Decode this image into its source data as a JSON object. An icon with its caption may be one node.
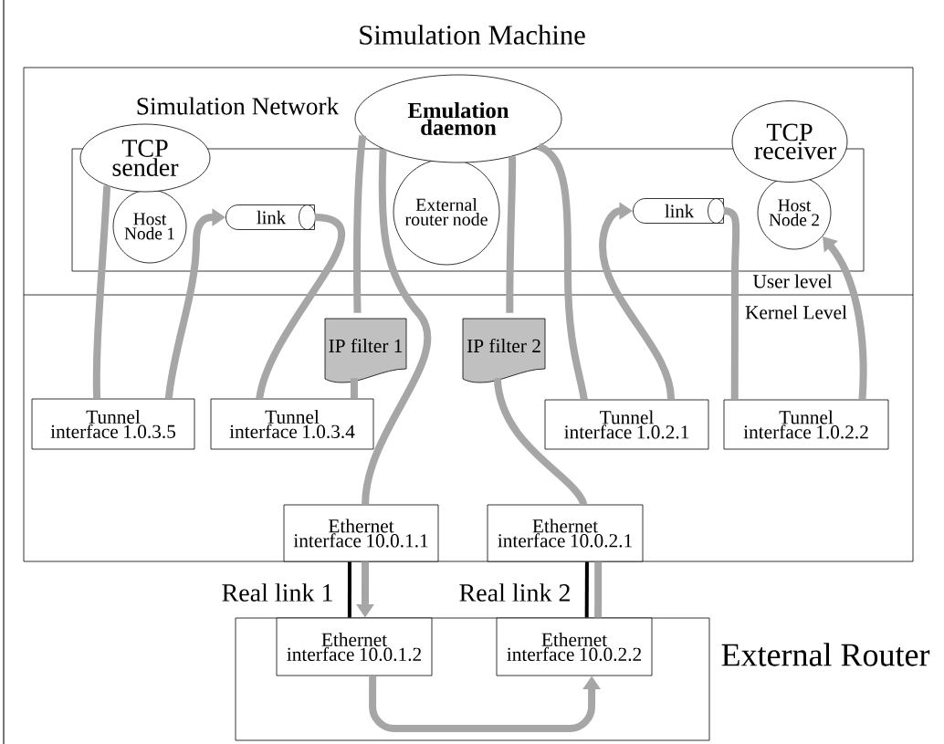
{
  "diagram": {
    "nodes": [
      {
        "text": [
          "Simulation Machine"
        ]
      },
      {
        "text": [
          "Simulation Network"
        ],
        "in": 0
      },
      {
        "text": [
          "Emulation daemon"
        ],
        "in": 0
      },
      {
        "text": [
          "TCP sender"
        ],
        "in": 0
      },
      {
        "text": [
          "Host Node 1"
        ],
        "in": 1
      },
      {
        "text": [
          "link"
        ],
        "in": 1
      },
      {
        "text": [
          "External router node"
        ],
        "in": 1
      },
      {
        "text": [
          "link"
        ],
        "in": 1
      },
      {
        "text": [
          "TCP receiver"
        ],
        "in": 0
      },
      {
        "text": [
          "Host Node 2"
        ],
        "in": 1
      },
      {
        "text": [
          "IP filter 1"
        ],
        "in": 0
      },
      {
        "text": [
          "IP filter 2"
        ],
        "in": 0
      },
      {
        "text": [
          "Tunnel interface 1.0.3.5"
        ],
        "in": 0
      },
      {
        "text": [
          "Tunnel interface 1.0.3.4"
        ],
        "in": 0
      },
      {
        "text": [
          "Tunnel interface 1.0.2.1"
        ],
        "in": 0
      },
      {
        "text": [
          "Tunnel interface 1.0.2.2"
        ],
        "in": 0
      },
      {
        "text": [
          "Ethernet interface 10.0.1.1"
        ],
        "in": 0
      },
      {
        "text": [
          "Ethernet interface 10.0.2.1"
        ],
        "in": 0
      },
      {
        "text": [
          "External Router"
        ]
      },
      {
        "text": [
          "Ethernet interface 10.0.1.2"
        ],
        "in": 18
      },
      {
        "text": [
          "Ethernet interface 10.0.2.2"
        ],
        "in": 18
      }
    ],
    "edges": [
      {
        "from": 3,
        "to": 12,
        "arrow": "none"
      },
      {
        "from": 12,
        "to": 5,
        "arrow": "to"
      },
      {
        "from": 5,
        "to": 13,
        "arrow": "none"
      },
      {
        "from": 13,
        "to": 10,
        "arrow": "none"
      },
      {
        "from": 10,
        "to": 2,
        "arrow": "none"
      },
      {
        "from": 2,
        "to": 16,
        "arrow": "none"
      },
      {
        "from": 16,
        "to": 19,
        "arrow": "to"
      },
      {
        "from": 19,
        "to": 20,
        "arrow": "to"
      },
      {
        "from": 20,
        "to": 17,
        "arrow": "none"
      },
      {
        "from": 17,
        "to": 11,
        "arrow": "none"
      },
      {
        "from": 11,
        "to": 2,
        "arrow": "none"
      },
      {
        "from": 2,
        "to": 14,
        "arrow": "none"
      },
      {
        "from": 14,
        "to": 7,
        "arrow": "to"
      },
      {
        "from": 7,
        "to": 15,
        "arrow": "none"
      },
      {
        "from": 15,
        "to": 9,
        "arrow": "to"
      },
      {
        "from": 16,
        "to": 19,
        "arrow": "none",
        "label": "Real link 1",
        "color": "#000000"
      },
      {
        "from": 17,
        "to": 20,
        "arrow": "none",
        "label": "Real link 2",
        "color": "#000000"
      }
    ],
    "labels": [
      "User level",
      "Kernel Level"
    ]
  }
}
